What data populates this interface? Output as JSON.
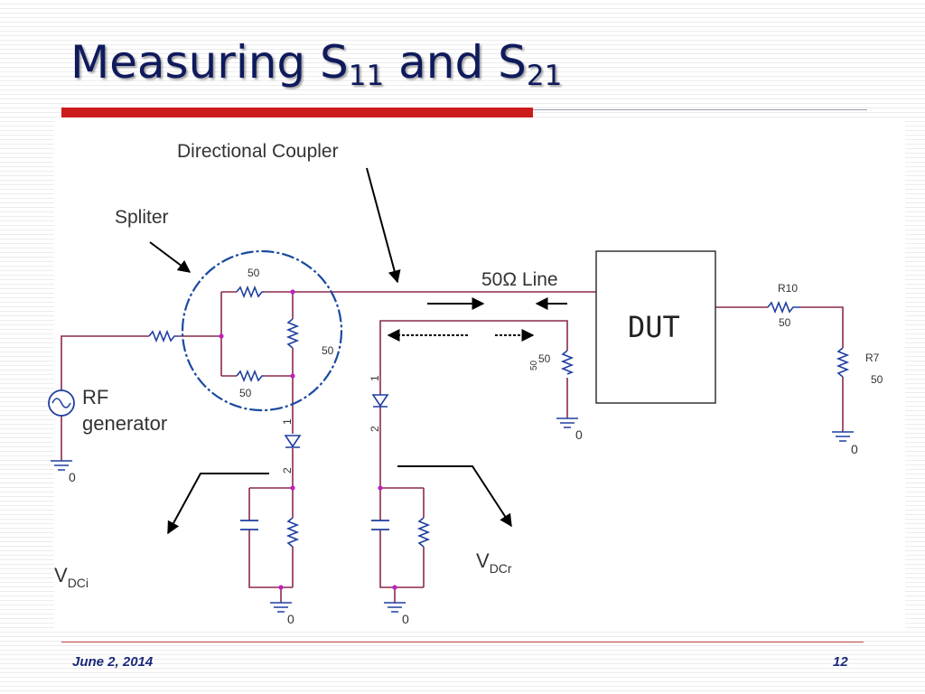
{
  "slide": {
    "title_main": "Measuring S",
    "title_sub1": "11",
    "title_mid": " and S",
    "title_sub2": "21",
    "footer_date": "June 2, 2014",
    "footer_page": "12"
  },
  "diagram": {
    "label_directional_coupler": "Directional Coupler",
    "label_spliter": "Spliter",
    "label_line": "50Ω Line",
    "label_dut": "DUT",
    "label_rf": "RF",
    "label_generator": "generator",
    "label_r10": "R10",
    "label_r7": "R7",
    "label_50_a": "50",
    "label_50_b": "50",
    "label_50_c": "50",
    "label_50_d": "50",
    "label_50_e": "50",
    "label_50_f": "50",
    "label_50_g": "50",
    "label_zero_a": "0",
    "label_zero_b": "0",
    "label_zero_c": "0",
    "label_zero_d": "0",
    "label_zero_e": "0",
    "label_pin1_a": "1",
    "label_pin2_a": "2",
    "label_pin1_b": "1",
    "label_pin2_b": "2",
    "label_vdci_main": "V",
    "label_vdci_sub": "DCi",
    "label_vdcr_main": "V",
    "label_vdcr_sub": "DCr"
  },
  "colors": {
    "title": "#0f1a5c",
    "accent_red": "#cc1b1b",
    "wire": "#8b2a4a",
    "component": "#1f3fa0",
    "node": "#c020c0",
    "circle": "#1a4aa0"
  }
}
